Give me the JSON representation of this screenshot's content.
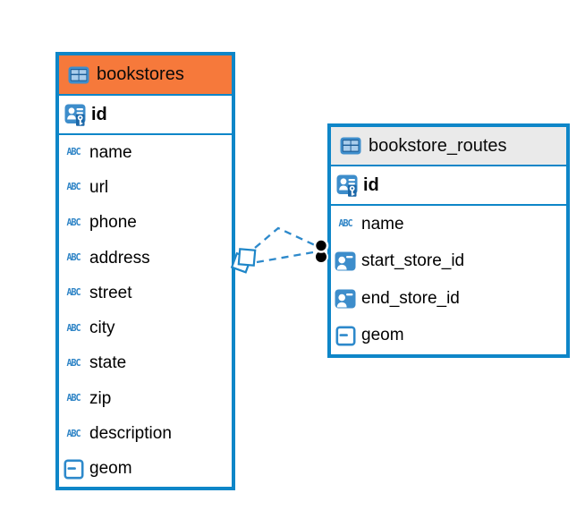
{
  "diagram": {
    "tables": [
      {
        "name": "bookstores",
        "header_style": "selected-orange",
        "columns": [
          {
            "name": "id",
            "icon": "primary-key",
            "bold": true
          },
          {
            "name": "name",
            "icon": "text"
          },
          {
            "name": "url",
            "icon": "text"
          },
          {
            "name": "phone",
            "icon": "text"
          },
          {
            "name": "address",
            "icon": "text"
          },
          {
            "name": "street",
            "icon": "text"
          },
          {
            "name": "city",
            "icon": "text"
          },
          {
            "name": "state",
            "icon": "text"
          },
          {
            "name": "zip",
            "icon": "text"
          },
          {
            "name": "description",
            "icon": "text"
          },
          {
            "name": "geom",
            "icon": "geometry"
          }
        ]
      },
      {
        "name": "bookstore_routes",
        "header_style": "plain-gray",
        "columns": [
          {
            "name": "id",
            "icon": "primary-key",
            "bold": true
          },
          {
            "name": "name",
            "icon": "text"
          },
          {
            "name": "start_store_id",
            "icon": "foreign-key"
          },
          {
            "name": "end_store_id",
            "icon": "foreign-key"
          },
          {
            "name": "geom",
            "icon": "geometry"
          }
        ]
      }
    ],
    "relationships": [
      {
        "from": "bookstores",
        "to": "bookstore_routes",
        "style": "dashed",
        "source_marker": "diamond",
        "target_marker": "dot"
      },
      {
        "from": "bookstores",
        "to": "bookstore_routes",
        "style": "dashed",
        "source_marker": "diamond",
        "target_marker": "dot"
      }
    ],
    "colors": {
      "table_border": "#0E86C8",
      "relationship_line": "#2D89CB",
      "selected_header": "#F6793B",
      "header": "#EAEAEA",
      "icon_blue": "#3D8DCB",
      "text": "#000000"
    }
  }
}
